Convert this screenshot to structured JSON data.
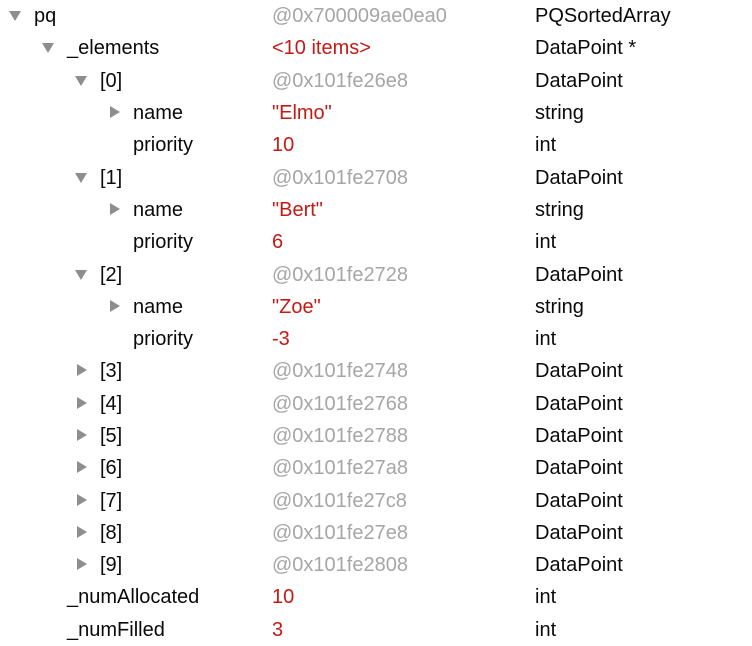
{
  "colors": {
    "background": "#ffffff",
    "name_text": "#0a0a0a",
    "type_text": "#0a0a0a",
    "value_text": "#c41a16",
    "address_text": "#a6a6a6",
    "disclosure_triangle": "#8e8e90"
  },
  "tree": {
    "rows": [
      {
        "level": 0,
        "disclosure": "expanded",
        "name": "pq",
        "value": "@0x700009ae0ea0",
        "value_kind": "address",
        "type": "PQSortedArray"
      },
      {
        "level": 1,
        "disclosure": "expanded",
        "name": "_elements",
        "value": "<10 items>",
        "value_kind": "literal",
        "type": "DataPoint *"
      },
      {
        "level": 2,
        "disclosure": "expanded",
        "name": "[0]",
        "value": "@0x101fe26e8",
        "value_kind": "address",
        "type": "DataPoint"
      },
      {
        "level": 3,
        "disclosure": "collapsed",
        "name": "name",
        "value": "\"Elmo\"",
        "value_kind": "literal",
        "type": "string"
      },
      {
        "level": 3,
        "disclosure": "none",
        "name": "priority",
        "value": "10",
        "value_kind": "literal",
        "type": "int"
      },
      {
        "level": 2,
        "disclosure": "expanded",
        "name": "[1]",
        "value": "@0x101fe2708",
        "value_kind": "address",
        "type": "DataPoint"
      },
      {
        "level": 3,
        "disclosure": "collapsed",
        "name": "name",
        "value": "\"Bert\"",
        "value_kind": "literal",
        "type": "string"
      },
      {
        "level": 3,
        "disclosure": "none",
        "name": "priority",
        "value": "6",
        "value_kind": "literal",
        "type": "int"
      },
      {
        "level": 2,
        "disclosure": "expanded",
        "name": "[2]",
        "value": "@0x101fe2728",
        "value_kind": "address",
        "type": "DataPoint"
      },
      {
        "level": 3,
        "disclosure": "collapsed",
        "name": "name",
        "value": "\"Zoe\"",
        "value_kind": "literal",
        "type": "string"
      },
      {
        "level": 3,
        "disclosure": "none",
        "name": "priority",
        "value": "-3",
        "value_kind": "literal",
        "type": "int"
      },
      {
        "level": 2,
        "disclosure": "collapsed",
        "name": "[3]",
        "value": "@0x101fe2748",
        "value_kind": "address",
        "type": "DataPoint"
      },
      {
        "level": 2,
        "disclosure": "collapsed",
        "name": "[4]",
        "value": "@0x101fe2768",
        "value_kind": "address",
        "type": "DataPoint"
      },
      {
        "level": 2,
        "disclosure": "collapsed",
        "name": "[5]",
        "value": "@0x101fe2788",
        "value_kind": "address",
        "type": "DataPoint"
      },
      {
        "level": 2,
        "disclosure": "collapsed",
        "name": "[6]",
        "value": "@0x101fe27a8",
        "value_kind": "address",
        "type": "DataPoint"
      },
      {
        "level": 2,
        "disclosure": "collapsed",
        "name": "[7]",
        "value": "@0x101fe27c8",
        "value_kind": "address",
        "type": "DataPoint"
      },
      {
        "level": 2,
        "disclosure": "collapsed",
        "name": "[8]",
        "value": "@0x101fe27e8",
        "value_kind": "address",
        "type": "DataPoint"
      },
      {
        "level": 2,
        "disclosure": "collapsed",
        "name": "[9]",
        "value": "@0x101fe2808",
        "value_kind": "address",
        "type": "DataPoint"
      },
      {
        "level": 1,
        "disclosure": "none",
        "name": "_numAllocated",
        "value": "10",
        "value_kind": "literal",
        "type": "int"
      },
      {
        "level": 1,
        "disclosure": "none",
        "name": "_numFilled",
        "value": "3",
        "value_kind": "literal",
        "type": "int"
      }
    ]
  }
}
